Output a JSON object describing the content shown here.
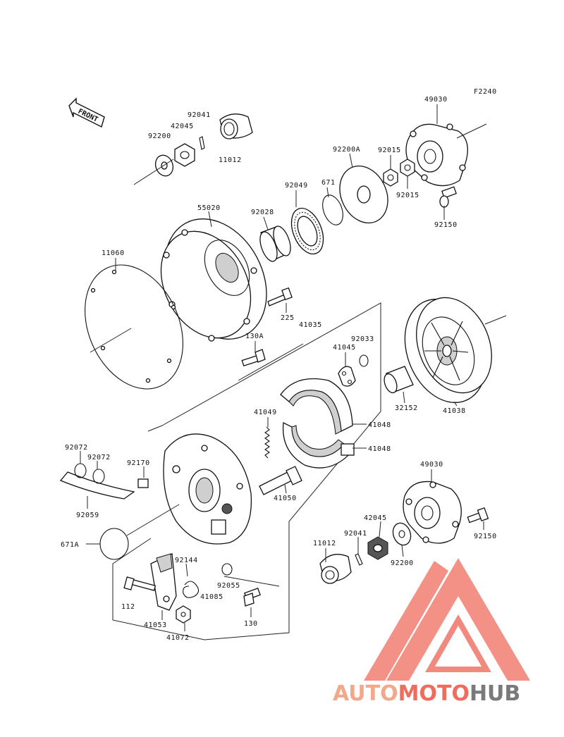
{
  "diagram_code": "F2240",
  "front_label": "FRONT",
  "watermark": {
    "part1": "AUTO",
    "part2": "MOTO",
    "part3": "HUB"
  },
  "colors": {
    "logo_red": "#ef6c5e",
    "logo_light": "#f2a98b",
    "logo_grey": "#7a7a7a"
  },
  "labels": [
    {
      "id": "l49030a",
      "text": "49030"
    },
    {
      "id": "l92041a",
      "text": "92041"
    },
    {
      "id": "l42045a",
      "text": "42045"
    },
    {
      "id": "l92200a",
      "text": "92200"
    },
    {
      "id": "l11012a",
      "text": "11012"
    },
    {
      "id": "l92200A",
      "text": "92200A"
    },
    {
      "id": "l92015a",
      "text": "92015"
    },
    {
      "id": "l92015b",
      "text": "92015"
    },
    {
      "id": "l92049",
      "text": "92049"
    },
    {
      "id": "l671",
      "text": "671"
    },
    {
      "id": "l92150a",
      "text": "92150"
    },
    {
      "id": "l55020",
      "text": "55020"
    },
    {
      "id": "l92028",
      "text": "92028"
    },
    {
      "id": "l11060",
      "text": "11060"
    },
    {
      "id": "l225",
      "text": "225"
    },
    {
      "id": "l41035",
      "text": "41035"
    },
    {
      "id": "l130A",
      "text": "130A"
    },
    {
      "id": "l92033",
      "text": "92033"
    },
    {
      "id": "l41045",
      "text": "41045"
    },
    {
      "id": "l32152",
      "text": "32152"
    },
    {
      "id": "l41038",
      "text": "41038"
    },
    {
      "id": "l41049",
      "text": "41049"
    },
    {
      "id": "l41048a",
      "text": "41048"
    },
    {
      "id": "l41048b",
      "text": "41048"
    },
    {
      "id": "l92072a",
      "text": "92072"
    },
    {
      "id": "l92072b",
      "text": "92072"
    },
    {
      "id": "l92170",
      "text": "92170"
    },
    {
      "id": "l92059",
      "text": "92059"
    },
    {
      "id": "l41050",
      "text": "41050"
    },
    {
      "id": "l49030b",
      "text": "49030"
    },
    {
      "id": "l42045b",
      "text": "42045"
    },
    {
      "id": "l92041b",
      "text": "92041"
    },
    {
      "id": "l11012b",
      "text": "11012"
    },
    {
      "id": "l92200b",
      "text": "92200"
    },
    {
      "id": "l92150b",
      "text": "92150"
    },
    {
      "id": "l671A",
      "text": "671A"
    },
    {
      "id": "l92144",
      "text": "92144"
    },
    {
      "id": "l92055",
      "text": "92055"
    },
    {
      "id": "l41085",
      "text": "41085"
    },
    {
      "id": "l112",
      "text": "112"
    },
    {
      "id": "l41053",
      "text": "41053"
    },
    {
      "id": "l130",
      "text": "130"
    },
    {
      "id": "l41072",
      "text": "41072"
    }
  ]
}
